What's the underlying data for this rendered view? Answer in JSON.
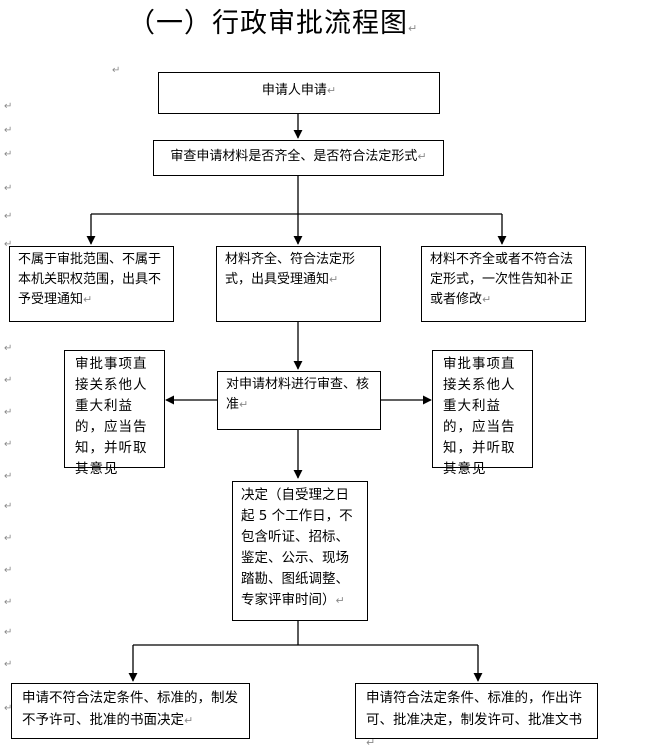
{
  "title": "（一）行政审批流程图",
  "paragraph_mark": "↵",
  "nodes": {
    "apply": "申请人申请",
    "review_materials": "审查申请材料是否齐全、是否符合法定形式",
    "out_of_scope": "不属于审批范围、不属于本机关职权范围，出具不予受理通知",
    "accept": "材料齐全、符合法定形式，出具受理通知",
    "incomplete": "材料不齐全或者不符合法定形式，一次性告知补正或者修改",
    "examine": "对申请材料进行审查、核准",
    "notify_left": "审批事项直接关系他人重大利益的，应当告知，并听取其意见",
    "notify_right": "审批事项直接关系他人重大利益的，应当告知，并听取其意见",
    "decision": "决定（自受理之日起 5 个工作日，不包含听证、招标、鉴定、公示、现场踏勘、图纸调整、专家评审时间）",
    "reject": "申请不符合法定条件、标准的，制发不予许可、批准的书面决定",
    "approve": "申请符合法定条件、标准的，作出许可、批准决定，制发许可、批准文书"
  }
}
